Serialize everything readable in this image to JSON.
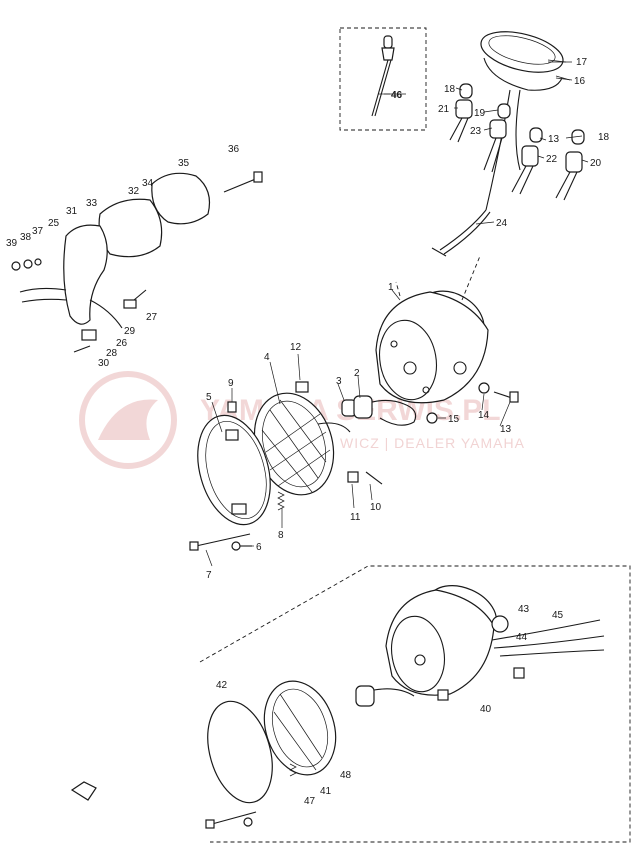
{
  "watermark": {
    "title": "YAMAHA SERWIS.PL",
    "subtitle": "WICZ | DEALER YAMAHA",
    "color": "#e8b7b7"
  },
  "callouts": [
    {
      "id": "c1",
      "label": "1"
    },
    {
      "id": "c2",
      "label": "2"
    },
    {
      "id": "c3",
      "label": "3"
    },
    {
      "id": "c4",
      "label": "4"
    },
    {
      "id": "c5",
      "label": "5"
    },
    {
      "id": "c6",
      "label": "6"
    },
    {
      "id": "c7",
      "label": "7"
    },
    {
      "id": "c8",
      "label": "8"
    },
    {
      "id": "c9",
      "label": "9"
    },
    {
      "id": "c10",
      "label": "10"
    },
    {
      "id": "c11",
      "label": "11"
    },
    {
      "id": "c12",
      "label": "12"
    },
    {
      "id": "c13",
      "label": "13"
    },
    {
      "id": "c14",
      "label": "14"
    },
    {
      "id": "c15",
      "label": "15"
    },
    {
      "id": "c16",
      "label": "16"
    },
    {
      "id": "c17",
      "label": "17"
    },
    {
      "id": "c18a",
      "label": "18"
    },
    {
      "id": "c18b",
      "label": "18"
    },
    {
      "id": "c13b",
      "label": "13"
    },
    {
      "id": "c19",
      "label": "19"
    },
    {
      "id": "c20",
      "label": "20"
    },
    {
      "id": "c21",
      "label": "21"
    },
    {
      "id": "c22",
      "label": "22"
    },
    {
      "id": "c23",
      "label": "23"
    },
    {
      "id": "c24",
      "label": "24"
    },
    {
      "id": "c25",
      "label": "25"
    },
    {
      "id": "c26",
      "label": "26"
    },
    {
      "id": "c27",
      "label": "27"
    },
    {
      "id": "c28",
      "label": "28"
    },
    {
      "id": "c29",
      "label": "29"
    },
    {
      "id": "c30",
      "label": "30"
    },
    {
      "id": "c31",
      "label": "31"
    },
    {
      "id": "c32",
      "label": "32"
    },
    {
      "id": "c33",
      "label": "33"
    },
    {
      "id": "c34",
      "label": "34"
    },
    {
      "id": "c35",
      "label": "35"
    },
    {
      "id": "c36",
      "label": "36"
    },
    {
      "id": "c37",
      "label": "37"
    },
    {
      "id": "c38",
      "label": "38"
    },
    {
      "id": "c39",
      "label": "39"
    },
    {
      "id": "c40",
      "label": "40"
    },
    {
      "id": "c41",
      "label": "41"
    },
    {
      "id": "c42",
      "label": "42"
    },
    {
      "id": "c43",
      "label": "43"
    },
    {
      "id": "c44",
      "label": "44"
    },
    {
      "id": "c45",
      "label": "45"
    },
    {
      "id": "c46",
      "label": "46"
    },
    {
      "id": "c47",
      "label": "47"
    },
    {
      "id": "c48",
      "label": "48"
    }
  ]
}
